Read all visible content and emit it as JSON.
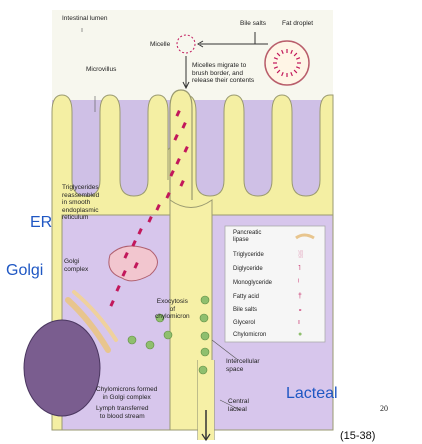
{
  "labels": {
    "lumen": "Intestinal lumen",
    "bile_salts": "Bile salts",
    "fat_droplet": "Fat droplet",
    "micelle": "Micelle",
    "micelles_migrate": "Micelles migrate to\nbrush border, and\nrelease their contents",
    "microvillus": "Microvillus",
    "triglycerides_reassembled": "Triglycerides\nreassembled\nin smooth\nendoplasmic\nreticulum",
    "golgi_complex": "Golgi\ncomplex",
    "exocytosis": "Exocytosis\nof\nchylomicron",
    "chylomicrons_formed": "Chylomicrons formed\nin Golgi complex",
    "lymph_transferred": "Lymph transferred\nto blood stream",
    "intercellular_space": "Intercellular\nspace",
    "central_lacteal": "Central\nlacteal"
  },
  "key": [
    {
      "label": "Pancreatic\nlipase",
      "symbol": "lipase-symbol"
    },
    {
      "label": "Triglyceride",
      "symbol": "triglyceride-symbol"
    },
    {
      "label": "Diglyceride",
      "symbol": "diglyceride-symbol"
    },
    {
      "label": "Monoglyceride",
      "symbol": "monoglyceride-symbol"
    },
    {
      "label": "Fatty acid",
      "symbol": "fatty-acid-symbol"
    },
    {
      "label": "Bile salts",
      "symbol": "bile-salt-symbol"
    },
    {
      "label": "Glycerol",
      "symbol": "glycerol-symbol"
    },
    {
      "label": "Chylomicron",
      "symbol": "chylomicron-symbol"
    }
  ],
  "annotations": {
    "er": "ER",
    "golgi": "Golgi",
    "lacteal": "Lacteal"
  },
  "slide_number": "20",
  "figure_ref": "(15-38)",
  "colors": {
    "cell": "#f3efa6",
    "cytoplasm_bg": "#cdbde6",
    "membrane": "#8c8c6a",
    "lipid": "#c2185b",
    "chylomicron": "#8fbf6e",
    "annotation": "#1f57c3"
  }
}
